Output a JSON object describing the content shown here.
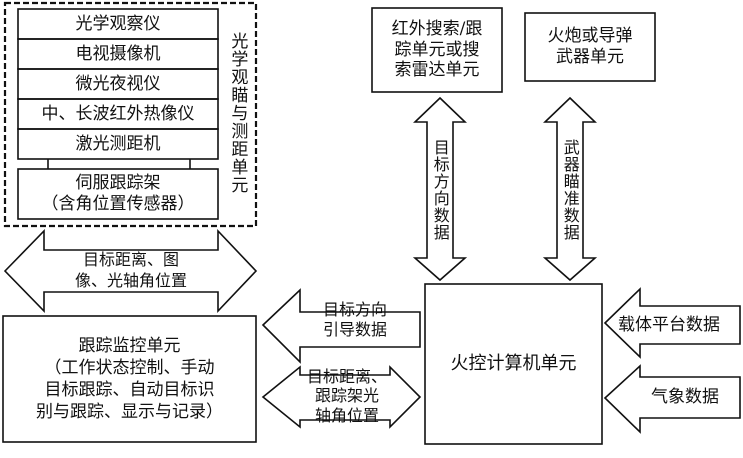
{
  "optical_unit": {
    "devices": [
      "光学观察仪",
      "电视摄像机",
      "微光夜视仪",
      "中、长波红外热像仪",
      "激光测距机"
    ],
    "servo_line1": "伺服跟踪架",
    "servo_line2": "（含角位置传感器）",
    "title": "光学观瞄与测距单元"
  },
  "ir_search_unit": {
    "line1": "红外搜索/跟",
    "line2": "踪单元或搜",
    "line3": "索雷达单元"
  },
  "weapon_unit": {
    "line1": "火炮或导弹",
    "line2": "武器单元"
  },
  "arrow_target_direction_data": "目标方向数据",
  "arrow_weapon_aiming_data": "武器瞄准数据",
  "arrow_distance_image": {
    "line1": "目标距离、图",
    "line2": "像、光轴角位置"
  },
  "tracking_unit": {
    "line1": "跟踪监控单元",
    "line2": "（工作状态控制、手动",
    "line3": "目标跟踪、自动目标识",
    "line4": "别与跟踪、显示与记录）"
  },
  "arrow_guidance": {
    "line1": "目标方向",
    "line2": "引导数据"
  },
  "arrow_position": {
    "line1": "目标距离、",
    "line2": "跟踪架光",
    "line3": "轴角位置"
  },
  "fire_control_unit": "火控计算机单元",
  "platform_data": "载体平台数据",
  "weather_data": "气象数据"
}
